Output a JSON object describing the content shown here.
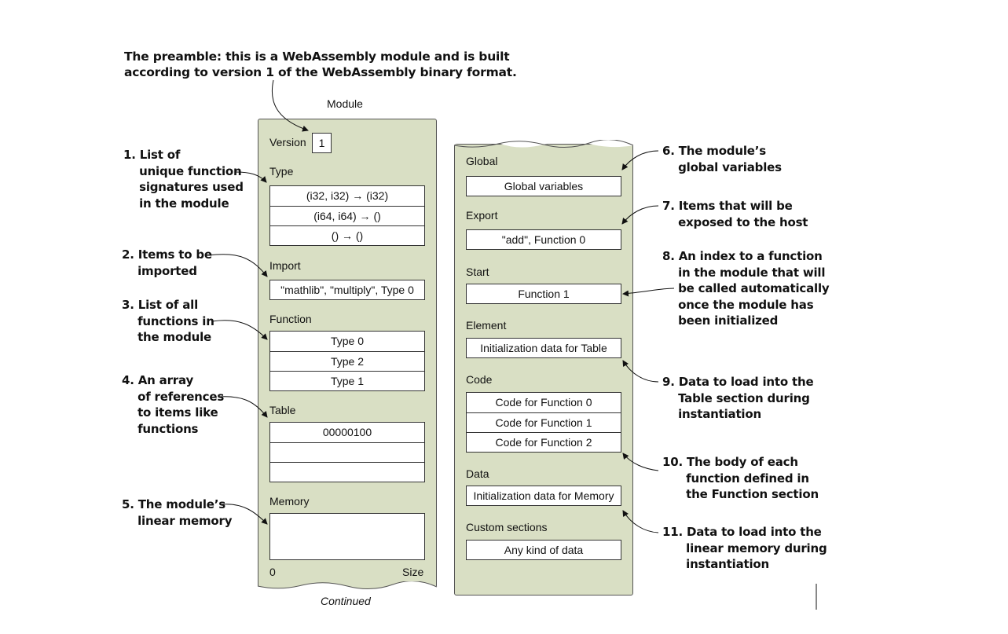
{
  "preamble": {
    "line1": "The preamble: this is a WebAssembly module and is built",
    "line2": "according to version 1 of the WebAssembly binary format."
  },
  "module_title": "Module",
  "continued": "Continued",
  "left_panel": {
    "version_label": "Version",
    "version_value": "1",
    "type_label": "Type",
    "types": [
      "(i32, i32) → (i32)",
      "(i64, i64) → ()",
      "() → ()"
    ],
    "import_label": "Import",
    "import_value": "\"mathlib\", \"multiply\", Type 0",
    "function_label": "Function",
    "functions": [
      "Type 0",
      "Type 2",
      "Type 1"
    ],
    "table_label": "Table",
    "table_rows": [
      "00000100",
      "",
      ""
    ],
    "memory_label": "Memory",
    "memory_min": "0",
    "memory_max": "Size"
  },
  "right_panel": {
    "global_label": "Global",
    "global_value": "Global variables",
    "export_label": "Export",
    "export_value": "\"add\", Function 0",
    "start_label": "Start",
    "start_value": "Function 1",
    "element_label": "Element",
    "element_value": "Initialization data for Table",
    "code_label": "Code",
    "code_rows": [
      "Code for Function 0",
      "Code for Function 1",
      "Code for Function 2"
    ],
    "data_label": "Data",
    "data_value": "Initialization data for Memory",
    "custom_label": "Custom sections",
    "custom_value": "Any kind of data"
  },
  "callouts": {
    "c1": "1. List of\n    unique function\n    signatures used\n    in the module",
    "c2": "2. Items to be\n    imported",
    "c3": "3. List of all\n    functions in\n    the module",
    "c4": "4. An array\n    of references\n    to items like\n    functions",
    "c5": "5. The module’s\n    linear memory",
    "c6": "6. The module’s\n    global variables",
    "c7": "7. Items that will be\n    exposed to the host",
    "c8": "8. An index to a function\n    in the module that will\n    be called automatically\n    once the module has\n    been initialized",
    "c9": "9. Data to load into the\n    Table section during\n    instantiation",
    "c10": "10. The body of each\n      function defined in\n      the Function section",
    "c11": "11. Data to load into the\n      linear memory during\n      instantiation"
  }
}
